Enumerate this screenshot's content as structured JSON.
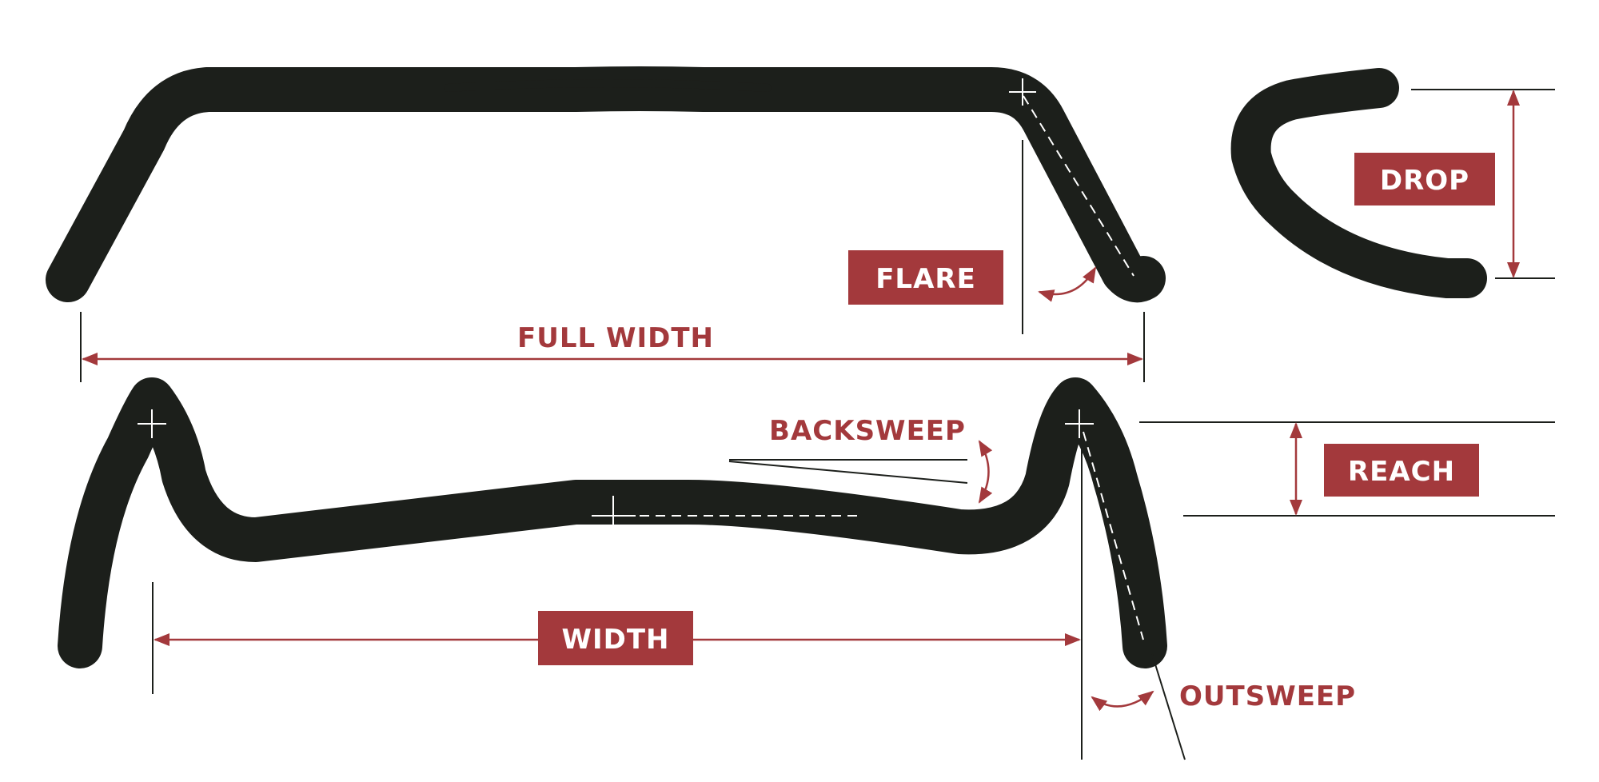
{
  "labels": {
    "full_width": "FULL WIDTH",
    "flare": "FLARE",
    "drop": "DROP",
    "backsweep": "BACKSWEEP",
    "reach": "REACH",
    "width": "WIDTH",
    "outsweep": "OUTSWEEP"
  },
  "colors": {
    "accent": "#a3393c",
    "bar": "#1c1f1b",
    "background": "#ffffff"
  }
}
